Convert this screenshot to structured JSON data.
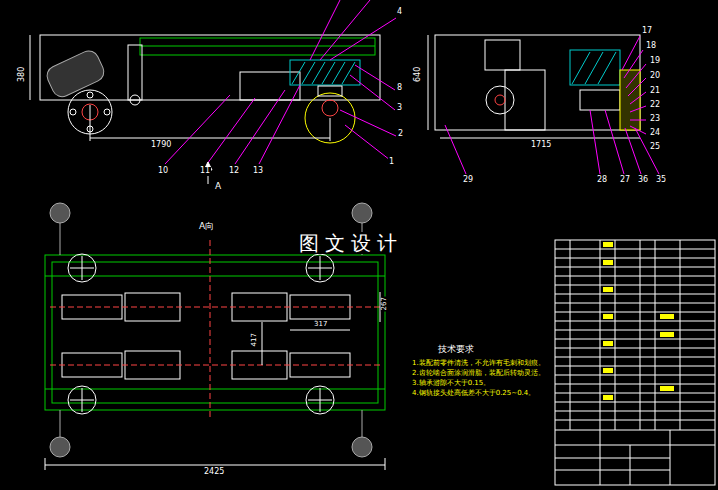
{
  "diagram": {
    "labels": [
      "380",
      "1790",
      "10",
      "11",
      "12",
      "13",
      "1",
      "2",
      "3",
      "8",
      "4",
      "640",
      "1715",
      "29",
      "28",
      "27",
      "36",
      "35",
      "17",
      "18",
      "19",
      "20",
      "21",
      "22",
      "23",
      "24",
      "25",
      "A",
      "A向",
      "图文设计",
      "267",
      "317",
      "417",
      "2425",
      "技术要求",
      "1.装配前零件清洗，不允许有毛刺和划痕。",
      "2.齿轮啮合面涂润滑脂，装配后转动灵活。",
      "3.轴承游隙不大于0.15。",
      "4.钢轨接头处高低差不大于0.25~0.4。"
    ]
  }
}
